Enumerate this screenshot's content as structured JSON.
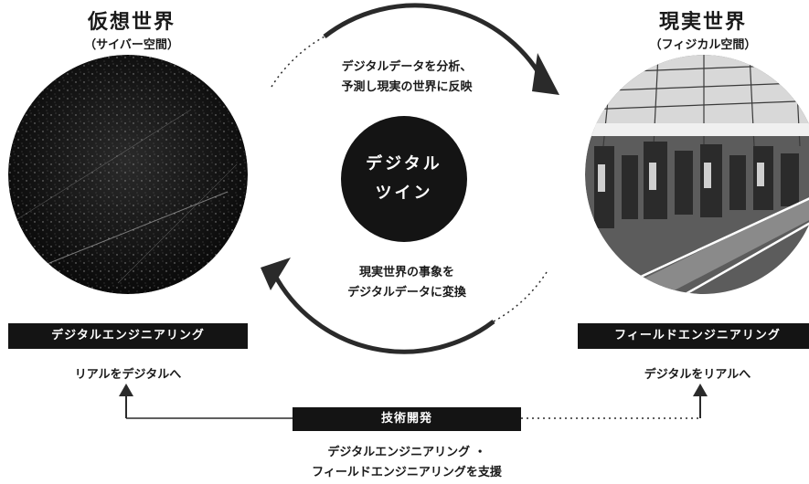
{
  "virtual": {
    "title": "仮想世界",
    "subtitle": "（サイバー空間）",
    "label": "デジタルエンジニアリング",
    "caption": "リアルをデジタルへ"
  },
  "real": {
    "title": "現実世界",
    "subtitle": "（フィジカル空間）",
    "label": "フィールドエンジニアリング",
    "caption": "デジタルをリアルへ"
  },
  "center": {
    "line1": "デジタル",
    "line2": "ツイン"
  },
  "cycle": {
    "top_line1": "デジタルデータを分析、",
    "top_line2": "予測し現実の世界に反映",
    "bottom_line1": "現実世界の事象を",
    "bottom_line2": "デジタルデータに変換"
  },
  "tech": {
    "label": "技術開発",
    "line1": "デジタルエンジニアリング ・",
    "line2": "フィールドエンジニアリングを支援"
  },
  "colors": {
    "dark": "#141414",
    "line": "#2a2a2a"
  }
}
